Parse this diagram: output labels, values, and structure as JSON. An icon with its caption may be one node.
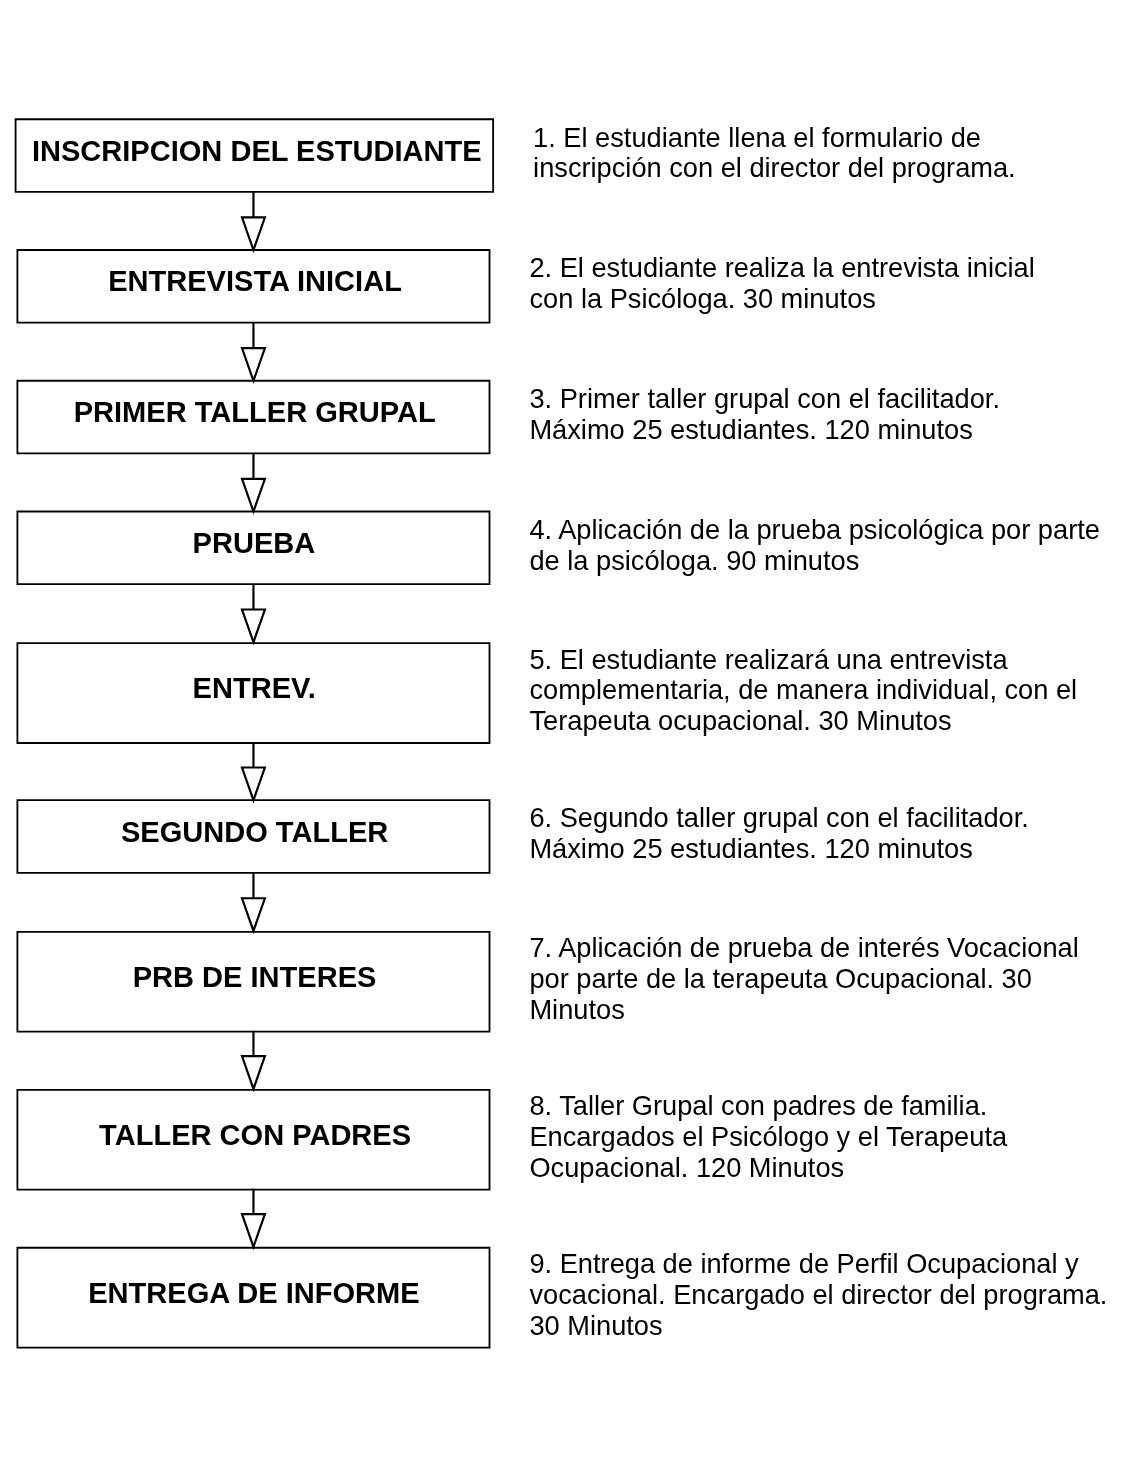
{
  "diagram": {
    "nodes": [
      {
        "text": [
          "INSCRIPCION DEL ESTUDIANTE"
        ],
        "beside": [
          "1. El estudiante llena el formulario de inscripción con el director del programa."
        ]
      },
      {
        "text": [
          "ENTREVISTA INICIAL"
        ],
        "beside": [
          "2. El estudiante realiza la entrevista inicial con la Psicóloga. 30 minutos"
        ]
      },
      {
        "text": [
          "PRIMER TALLER GRUPAL"
        ],
        "beside": [
          "3. Primer taller grupal con el facilitador. Máximo 25 estudiantes. 120 minutos"
        ]
      },
      {
        "text": [
          "PRUEBA"
        ],
        "beside": [
          "4. Aplicación de la prueba psicológica por parte de la psicóloga. 90 minutos"
        ]
      },
      {
        "text": [
          "ENTREV."
        ],
        "beside": [
          "5. El estudiante realizará una entrevista complementaria, de manera individual, con el Terapeuta ocupacional. 30 Minutos"
        ]
      },
      {
        "text": [
          "SEGUNDO TALLER"
        ],
        "beside": [
          "6. Segundo taller grupal con el facilitador. Máximo 25 estudiantes. 120 minutos"
        ]
      },
      {
        "text": [
          "PRB DE INTERES"
        ],
        "beside": [
          "7. Aplicación de prueba de interés Vocacional por parte de la terapeuta Ocupacional. 30 Minutos"
        ]
      },
      {
        "text": [
          "TALLER CON PADRES"
        ],
        "beside": [
          "8. Taller Grupal con padres de familia. Encargados el Psicólogo y el Terapeuta Ocupacional. 120 Minutos"
        ]
      },
      {
        "text": [
          "ENTREGA DE INFORME"
        ],
        "beside": [
          "9. Entrega de informe de Perfil Ocupacional y vocacional. Encargado el director del programa. 30 Minutos"
        ]
      }
    ],
    "edges": [
      {
        "from": 0,
        "to": 1,
        "arrow": "to"
      },
      {
        "from": 1,
        "to": 2,
        "arrow": "to"
      },
      {
        "from": 2,
        "to": 3,
        "arrow": "to"
      },
      {
        "from": 3,
        "to": 4,
        "arrow": "to"
      },
      {
        "from": 4,
        "to": 5,
        "arrow": "to"
      },
      {
        "from": 5,
        "to": 6,
        "arrow": "to"
      },
      {
        "from": 6,
        "to": 7,
        "arrow": "to"
      },
      {
        "from": 7,
        "to": 8,
        "arrow": "to"
      }
    ]
  }
}
